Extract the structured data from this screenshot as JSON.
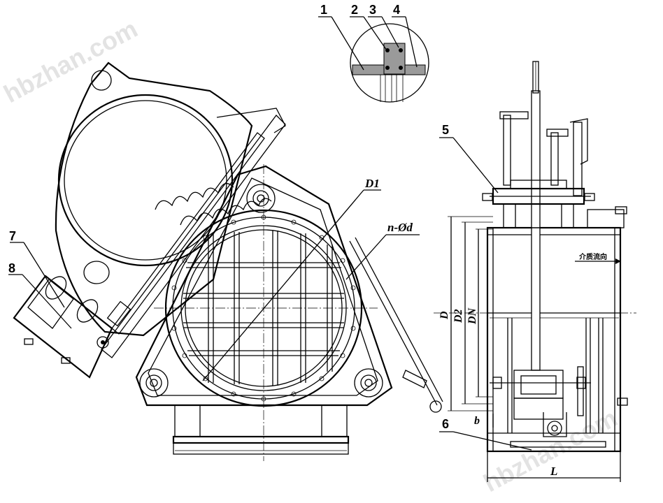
{
  "watermarks": [
    "hbzhan.com",
    "hbzhan.com"
  ],
  "callouts": {
    "c1": "1",
    "c2": "2",
    "c3": "3",
    "c4": "4",
    "c5": "5",
    "c6": "6",
    "c7": "7",
    "c8": "8"
  },
  "dimensions": {
    "d1": "D1",
    "bolt_holes": "n-Ød",
    "d": "D",
    "d2": "D2",
    "dn": "DN",
    "b": "b",
    "l": "L"
  },
  "flow_note": "介质流向"
}
